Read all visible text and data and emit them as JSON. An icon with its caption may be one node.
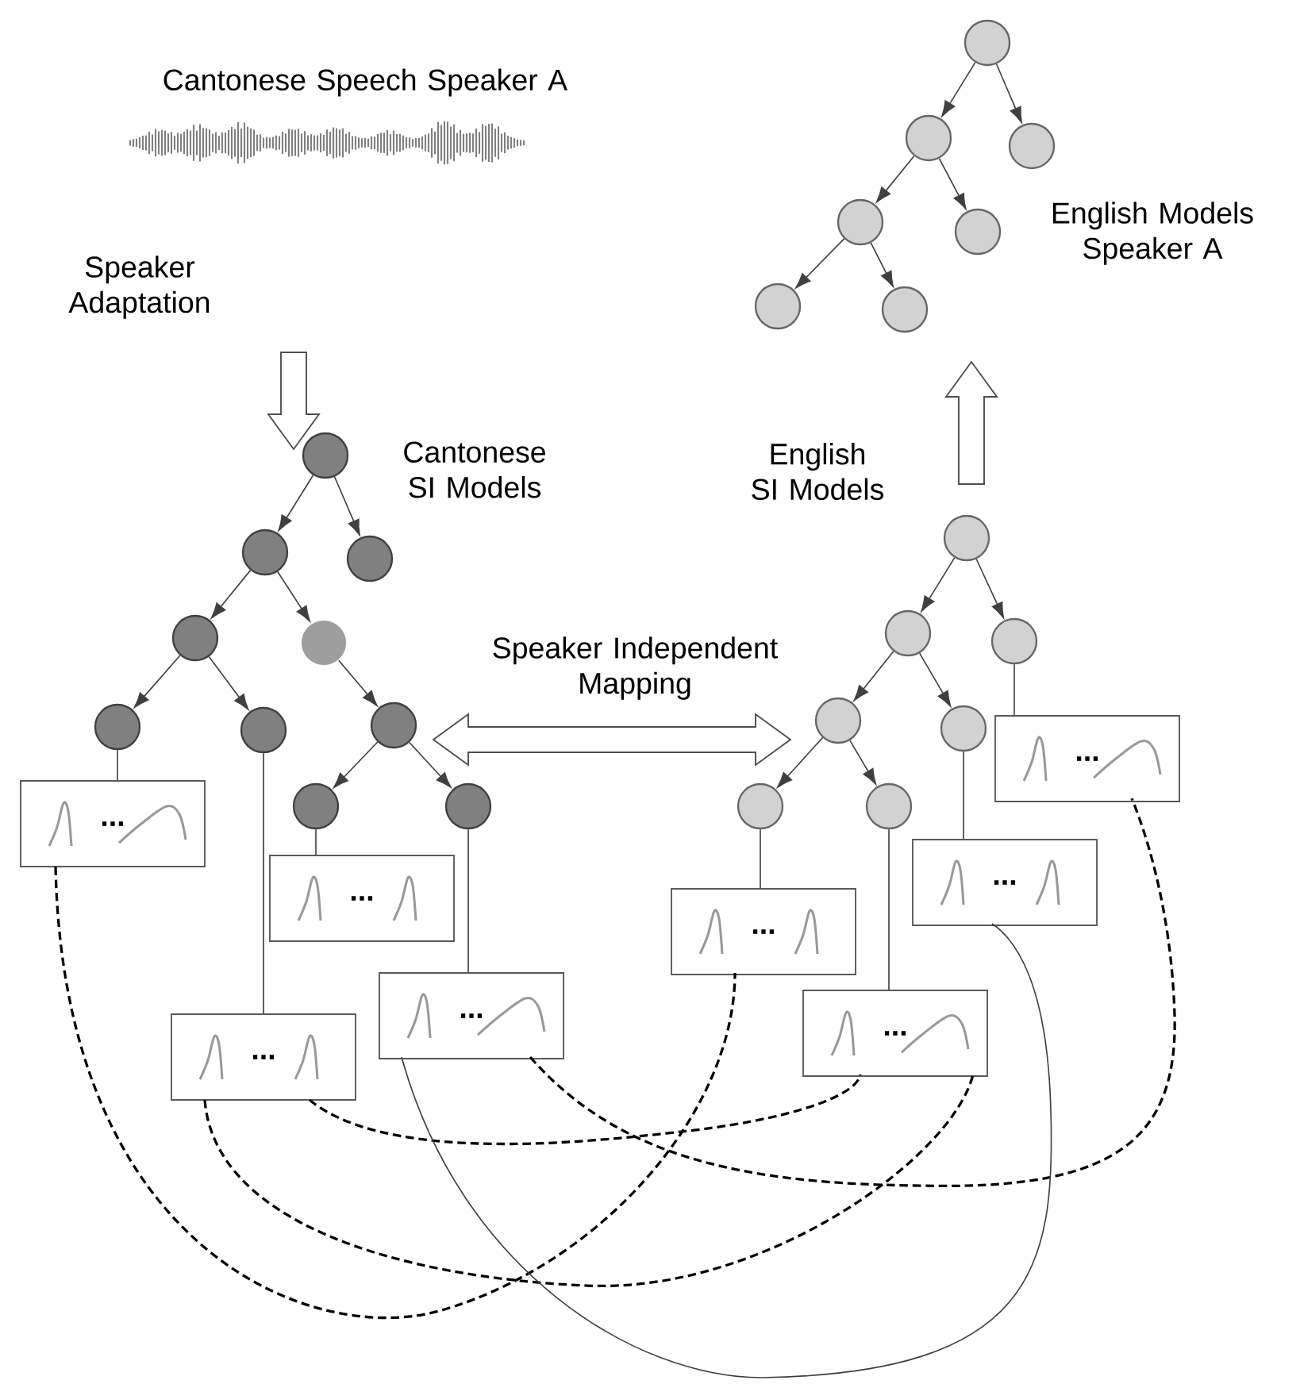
{
  "diagram": {
    "nodes": [
      {
        "text": [],
        "shape": "picture",
        "beside": [
          "Cantonese Speech Speaker A"
        ]
      },
      {
        "text": [],
        "shape": "circle"
      },
      {
        "text": [],
        "shape": "circle"
      },
      {
        "text": [],
        "shape": "circle"
      },
      {
        "text": [],
        "shape": "circle"
      },
      {
        "text": [],
        "shape": "circle"
      },
      {
        "text": [],
        "shape": "circle"
      },
      {
        "text": [],
        "shape": "circle"
      },
      {
        "text": [],
        "shape": "circle"
      },
      {
        "text": [],
        "shape": "circle"
      },
      {
        "text": [],
        "shape": "circle"
      },
      {
        "text": [],
        "shape": "circle"
      },
      {
        "text": [],
        "shape": "circle"
      },
      {
        "text": [],
        "shape": "circle"
      },
      {
        "text": [],
        "shape": "circle"
      },
      {
        "text": [],
        "shape": "circle"
      },
      {
        "text": [],
        "shape": "circle"
      },
      {
        "text": [],
        "shape": "circle"
      },
      {
        "text": [],
        "shape": "circle"
      },
      {
        "text": [],
        "shape": "circle"
      },
      {
        "text": [],
        "shape": "circle"
      },
      {
        "text": [],
        "shape": "circle"
      },
      {
        "text": [],
        "shape": "circle"
      },
      {
        "text": [],
        "shape": "circle"
      },
      {
        "text": [],
        "shape": "circle"
      },
      {
        "text": [
          "..."
        ]
      },
      {
        "text": [
          "..."
        ]
      },
      {
        "text": [
          "..."
        ]
      },
      {
        "text": [
          "..."
        ]
      },
      {
        "text": [
          "..."
        ]
      },
      {
        "text": [
          "..."
        ]
      },
      {
        "text": [
          "..."
        ]
      },
      {
        "text": [
          "..."
        ]
      }
    ],
    "edges": [
      {
        "from": 1,
        "to": 2,
        "arrow": "to"
      },
      {
        "from": 1,
        "to": 3,
        "arrow": "to"
      },
      {
        "from": 2,
        "to": 4,
        "arrow": "to"
      },
      {
        "from": 2,
        "to": 5,
        "arrow": "to"
      },
      {
        "from": 4,
        "to": 6,
        "arrow": "to"
      },
      {
        "from": 4,
        "to": 7,
        "arrow": "to"
      },
      {
        "from": 8,
        "to": 9,
        "arrow": "to"
      },
      {
        "from": 8,
        "to": 10,
        "arrow": "to"
      },
      {
        "from": 9,
        "to": 11,
        "arrow": "to"
      },
      {
        "from": 9,
        "to": 12,
        "arrow": "to"
      },
      {
        "from": 11,
        "to": 13,
        "arrow": "to"
      },
      {
        "from": 11,
        "to": 14,
        "arrow": "to"
      },
      {
        "from": 12,
        "to": 15,
        "arrow": "to"
      },
      {
        "from": 15,
        "to": 16,
        "arrow": "to"
      },
      {
        "from": 15,
        "to": 17,
        "arrow": "to"
      },
      {
        "from": 18,
        "to": 19,
        "arrow": "to"
      },
      {
        "from": 18,
        "to": 20,
        "arrow": "to"
      },
      {
        "from": 19,
        "to": 21,
        "arrow": "to"
      },
      {
        "from": 19,
        "to": 22,
        "arrow": "to"
      },
      {
        "from": 21,
        "to": 23,
        "arrow": "to"
      },
      {
        "from": 21,
        "to": 24,
        "arrow": "to"
      },
      {
        "from": 13,
        "to": 25,
        "arrow": "none"
      },
      {
        "from": 16,
        "to": 26,
        "arrow": "none"
      },
      {
        "from": 14,
        "to": 27,
        "arrow": "none"
      },
      {
        "from": 17,
        "to": 28,
        "arrow": "none"
      },
      {
        "from": 20,
        "to": 29,
        "arrow": "none"
      },
      {
        "from": 22,
        "to": 30,
        "arrow": "none"
      },
      {
        "from": 23,
        "to": 31,
        "arrow": "none"
      },
      {
        "from": 24,
        "to": 32,
        "arrow": "none"
      },
      {
        "from": null,
        "to": 8,
        "arrow": "to",
        "style": "thick",
        "label": "Speaker Adaptation"
      },
      {
        "from": 15,
        "to": 21,
        "arrow": "both",
        "style": "thick",
        "label": "Speaker Independent Mapping"
      },
      {
        "from": 18,
        "to": null,
        "arrow": "to",
        "style": "thick"
      },
      {
        "from": 25,
        "to": 31,
        "arrow": "none",
        "style": "dashed"
      },
      {
        "from": 27,
        "to": 32,
        "arrow": "none",
        "style": "dashed"
      },
      {
        "from": 27,
        "to": 32,
        "arrow": "none",
        "style": "dashed"
      },
      {
        "from": 28,
        "to": 29,
        "arrow": "none",
        "style": "dashed"
      },
      {
        "from": 28,
        "to": 30,
        "arrow": "none"
      }
    ],
    "labels": [
      "English Models Speaker A",
      "Cantonese SI Models",
      "English SI Models"
    ]
  }
}
